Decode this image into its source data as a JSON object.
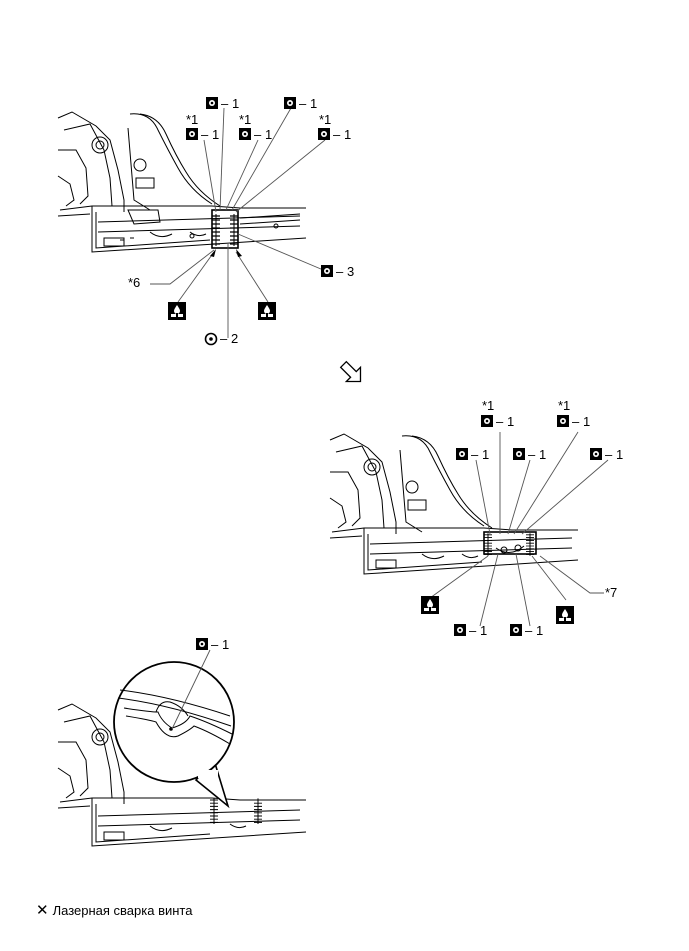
{
  "diagram": {
    "callouts": {
      "weld": "1",
      "weld_alt": "2",
      "weld_b": "3",
      "note_star1": "*1",
      "note_star6": "*6",
      "note_star7": "*7"
    },
    "symbols": {
      "spot_weld_square": "spot-weld-square-icon",
      "spot_weld_round": "spot-weld-round-icon",
      "sealer": "sealer-icon",
      "direction_arrow": "direction-arrow-icon"
    }
  },
  "legend": {
    "symbol": "✕",
    "text": "Лазерная сварка винта"
  }
}
